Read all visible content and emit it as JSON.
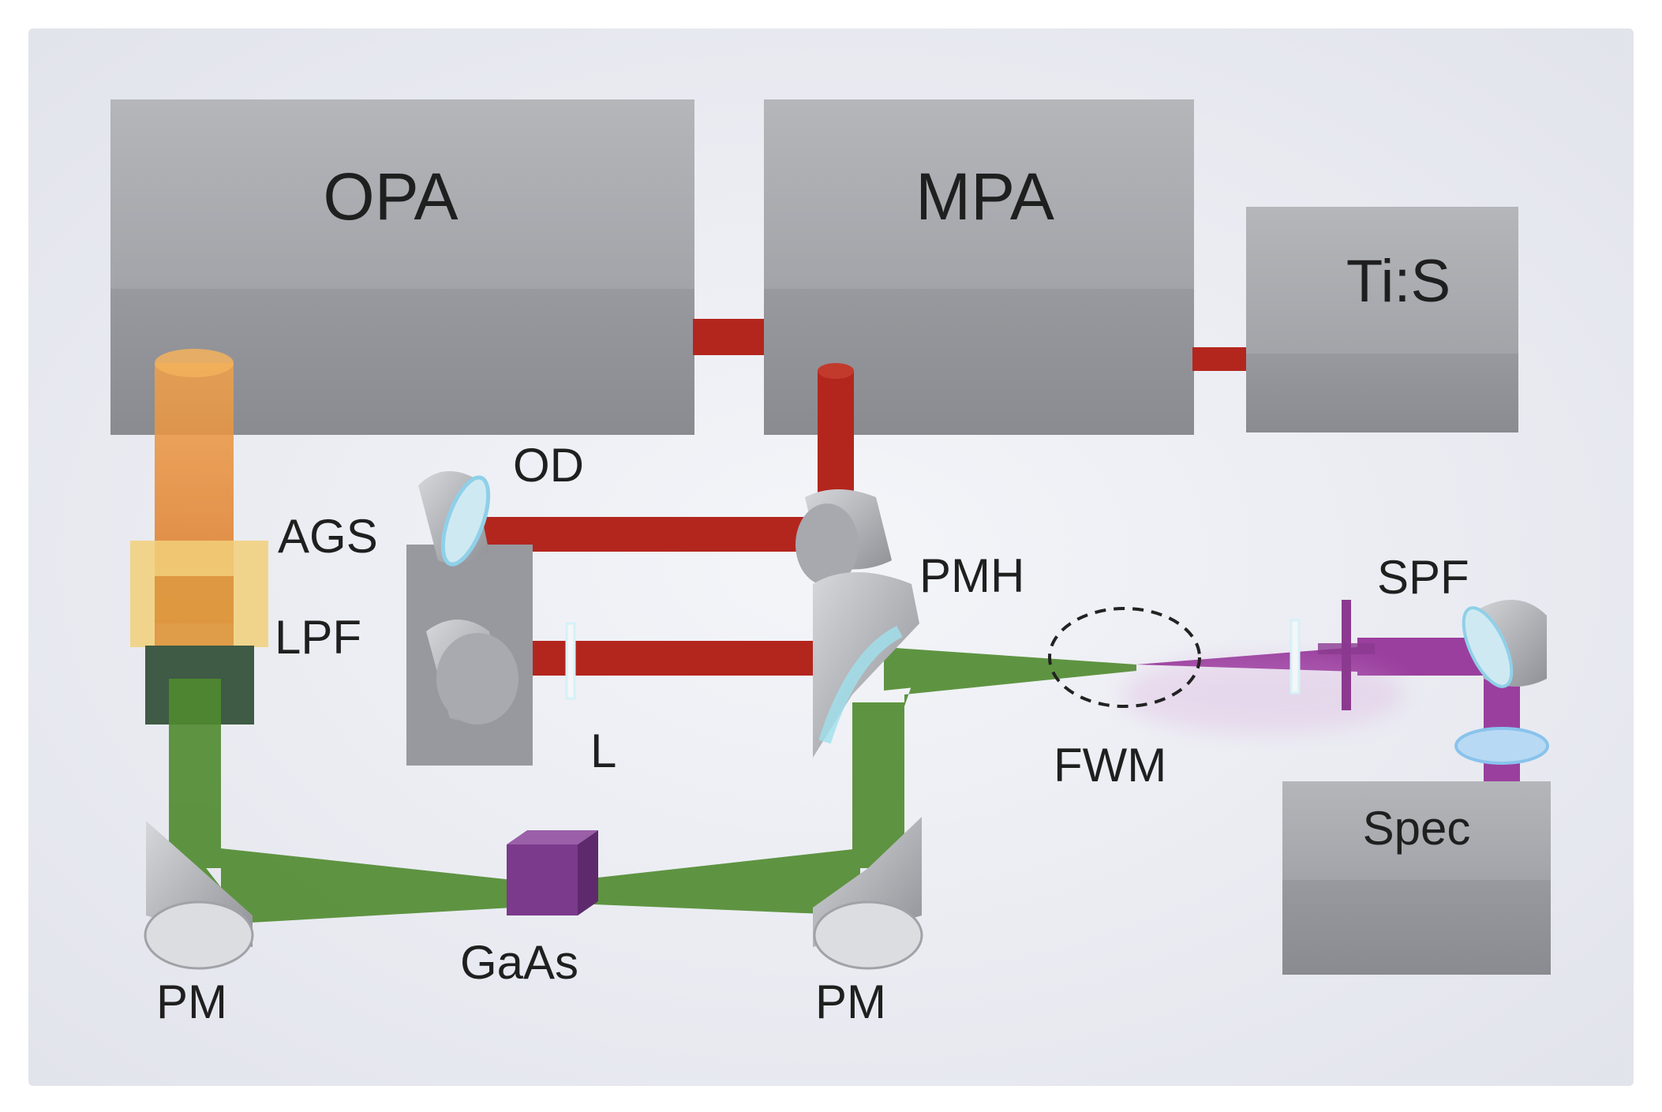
{
  "labels": {
    "opa": "OPA",
    "mpa": "MPA",
    "tis": "Ti:S",
    "od": "OD",
    "ags": "AGS",
    "lpf": "LPF",
    "pmh": "PMH",
    "spf": "SPF",
    "l": "L",
    "fwm": "FWM",
    "spec": "Spec",
    "pm_left": "PM",
    "gaas": "GaAs",
    "pm_right": "PM"
  },
  "colors": {
    "red_beam": "#b3261e",
    "orange_beam": "#e88a2a",
    "green_beam": "#4f8a2e",
    "violet_beam": "#9a3f9e",
    "box_top": "#a4a6ab",
    "box_front": "#8e9095",
    "crystal_ags": "#f2d07a",
    "filter_lpf": "#3f5a45",
    "gaas": "#7b3a8c",
    "background": "#eceef4"
  }
}
